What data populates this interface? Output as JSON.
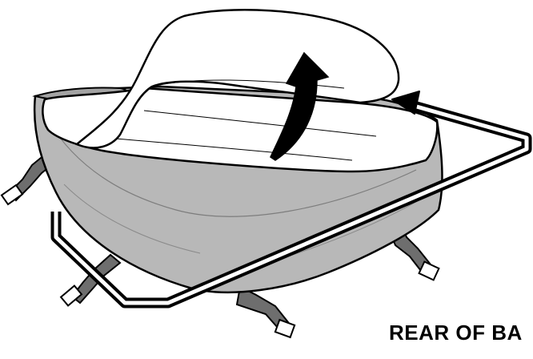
{
  "caption": {
    "text": "REAR OF BA"
  },
  "colors": {
    "cover_fill": "#b8b8b8",
    "cover_dark": "#a3a3a3",
    "cushion_fill": "#ffffff",
    "strap_fill": "#6e6e6e",
    "outline": "#000000",
    "arrow": "#000000"
  },
  "icons": [
    "curved-lift-arrow",
    "rear-direction-arrow"
  ]
}
